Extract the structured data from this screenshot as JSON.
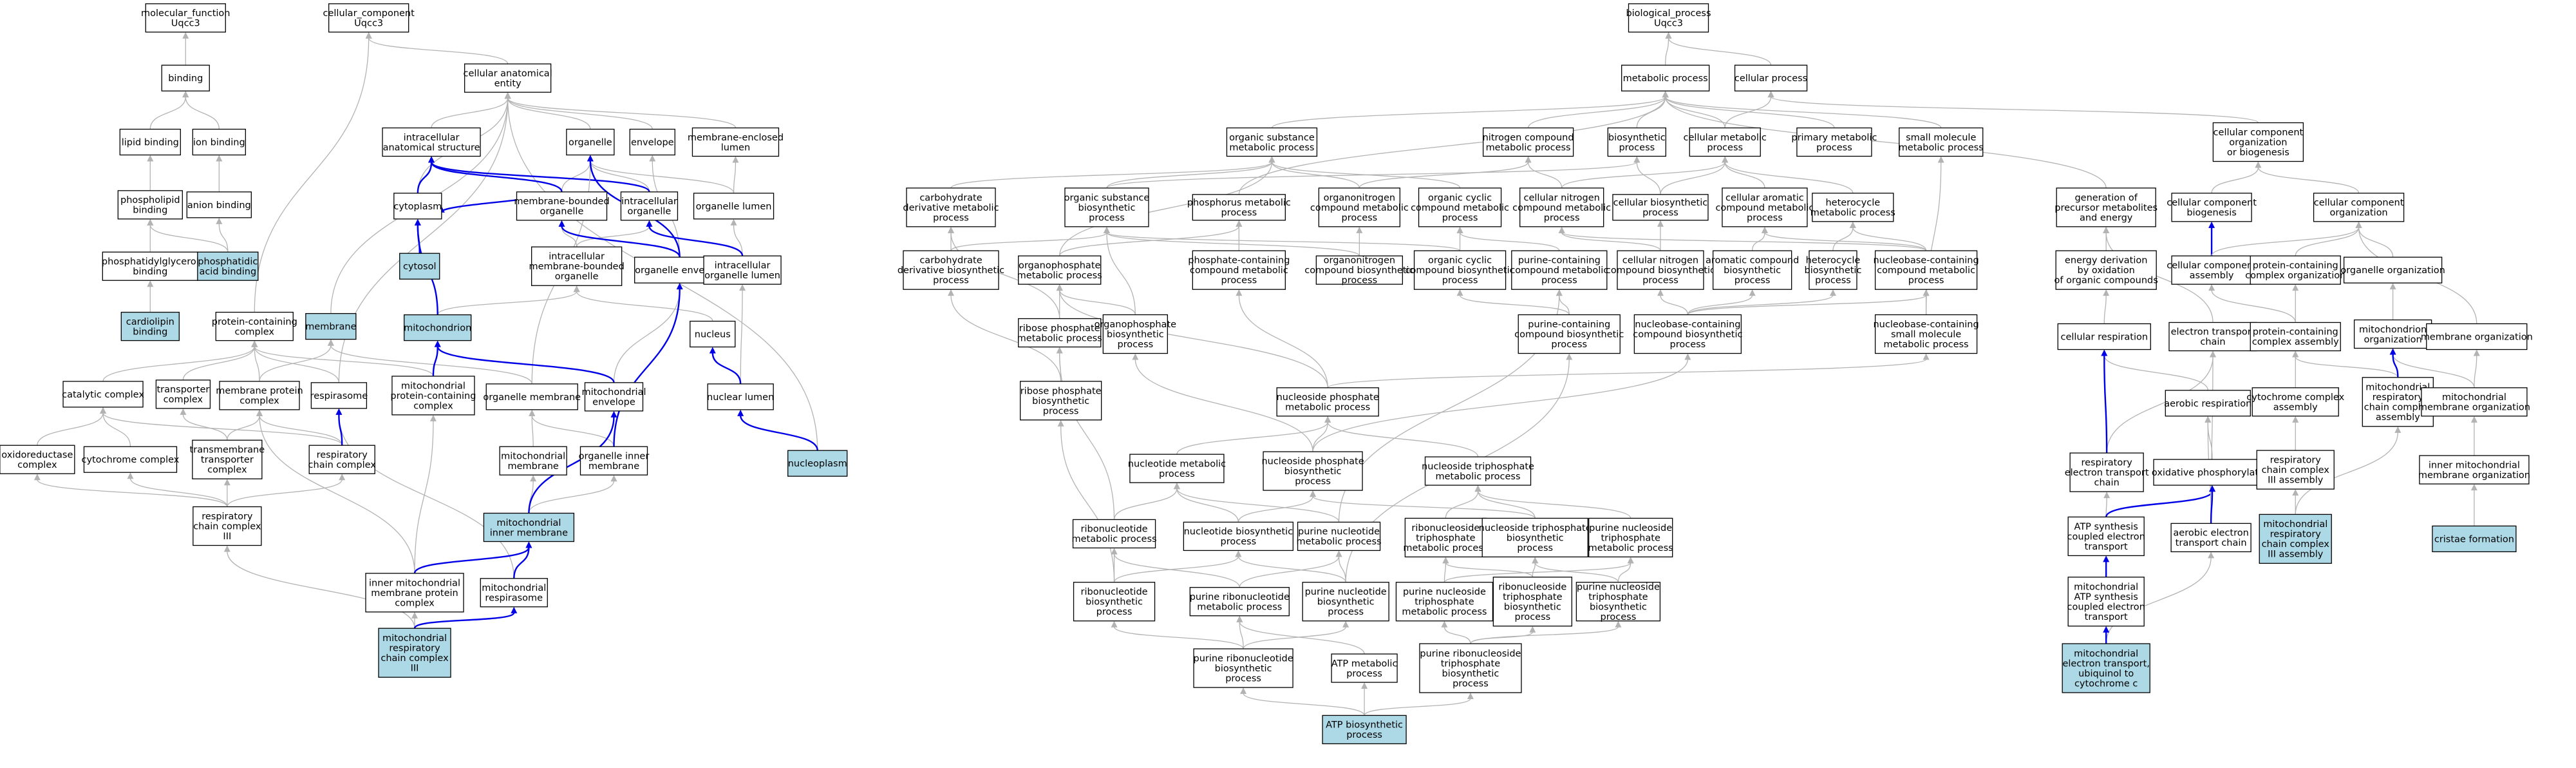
{
  "colors": {
    "highlight": "#add8e6",
    "default_edge": "#b3b3b3",
    "part_of_edge": "#0000e6",
    "box_border": "#000000"
  },
  "nodes": {
    "mf_root": {
      "label": [
        "molecular_function",
        "Uqcc3"
      ]
    },
    "mf_binding": {
      "label": [
        "binding"
      ]
    },
    "mf_lipid": {
      "label": [
        "lipid binding"
      ]
    },
    "mf_ion": {
      "label": [
        "ion binding"
      ]
    },
    "mf_phospholipid": {
      "label": [
        "phospholipid",
        "binding"
      ]
    },
    "mf_anion": {
      "label": [
        "anion binding"
      ]
    },
    "mf_pg": {
      "label": [
        "phosphatidylglycerol",
        "binding"
      ]
    },
    "mf_pa": {
      "label": [
        "phosphatidic",
        "acid binding"
      ],
      "highlight": true
    },
    "mf_cardiolipin": {
      "label": [
        "cardiolipin",
        "binding"
      ],
      "highlight": true
    },
    "cc_root": {
      "label": [
        "cellular_component",
        "Uqcc3"
      ]
    },
    "cc_anat": {
      "label": [
        "cellular anatomical",
        "entity"
      ]
    },
    "cc_ias": {
      "label": [
        "intracellular",
        "anatomical structure"
      ]
    },
    "cc_organelle": {
      "label": [
        "organelle"
      ]
    },
    "cc_envelope": {
      "label": [
        "envelope"
      ]
    },
    "cc_mel": {
      "label": [
        "membrane-enclosed",
        "lumen"
      ]
    },
    "cc_cytoplasm": {
      "label": [
        "cytoplasm"
      ]
    },
    "cc_mbo": {
      "label": [
        "membrane-bounded",
        "organelle"
      ]
    },
    "cc_io": {
      "label": [
        "intracellular",
        "organelle"
      ]
    },
    "cc_olumen": {
      "label": [
        "organelle lumen"
      ]
    },
    "cc_cytosol": {
      "label": [
        "cytosol"
      ],
      "highlight": true
    },
    "cc_imbo": {
      "label": [
        "intracellular",
        "membrane-bounded",
        "organelle"
      ]
    },
    "cc_oenv": {
      "label": [
        "organelle envelope"
      ]
    },
    "cc_iol": {
      "label": [
        "intracellular",
        "organelle lumen"
      ]
    },
    "cc_pcc": {
      "label": [
        "protein-containing",
        "complex"
      ]
    },
    "cc_membrane": {
      "label": [
        "membrane"
      ],
      "highlight": true
    },
    "cc_mito": {
      "label": [
        "mitochondrion"
      ],
      "highlight": true
    },
    "cc_nucleus": {
      "label": [
        "nucleus"
      ]
    },
    "cc_catalytic": {
      "label": [
        "catalytic complex"
      ]
    },
    "cc_transporter": {
      "label": [
        "transporter",
        "complex"
      ]
    },
    "cc_mpc": {
      "label": [
        "membrane protein",
        "complex"
      ]
    },
    "cc_respirasome": {
      "label": [
        "respirasome"
      ]
    },
    "cc_mppc": {
      "label": [
        "mitochondrial",
        "protein-containing",
        "complex"
      ]
    },
    "cc_omem": {
      "label": [
        "organelle membrane"
      ]
    },
    "cc_menv": {
      "label": [
        "mitochondrial",
        "envelope"
      ]
    },
    "cc_nlumen": {
      "label": [
        "nuclear lumen"
      ]
    },
    "cc_oxred": {
      "label": [
        "oxidoreductase",
        "complex"
      ]
    },
    "cc_cytc": {
      "label": [
        "cytochrome complex"
      ]
    },
    "cc_tmtc": {
      "label": [
        "transmembrane",
        "transporter",
        "complex"
      ]
    },
    "cc_rcc": {
      "label": [
        "respiratory",
        "chain complex"
      ]
    },
    "cc_mmem": {
      "label": [
        "mitochondrial",
        "membrane"
      ]
    },
    "cc_oim": {
      "label": [
        "organelle inner",
        "membrane"
      ]
    },
    "cc_nucleoplasm": {
      "label": [
        "nucleoplasm"
      ],
      "highlight": true
    },
    "cc_rcc3": {
      "label": [
        "respiratory",
        "chain complex",
        "III"
      ]
    },
    "cc_mim": {
      "label": [
        "mitochondrial",
        "inner membrane"
      ],
      "highlight": true
    },
    "cc_immpc": {
      "label": [
        "inner mitochondrial",
        "membrane protein",
        "complex"
      ]
    },
    "cc_mresp": {
      "label": [
        "mitochondrial",
        "respirasome"
      ]
    },
    "cc_mrcc3": {
      "label": [
        "mitochondrial",
        "respiratory",
        "chain complex",
        "III"
      ],
      "highlight": true
    },
    "bp_root": {
      "label": [
        "biological_process",
        "Uqcc3"
      ]
    },
    "bp_metab": {
      "label": [
        "metabolic process"
      ]
    },
    "bp_cellproc": {
      "label": [
        "cellular process"
      ]
    },
    "bp_oss_mp": {
      "label": [
        "organic substance",
        "metabolic process"
      ]
    },
    "bp_ncmp": {
      "label": [
        "nitrogen compound",
        "metabolic process"
      ]
    },
    "bp_biosyn": {
      "label": [
        "biosynthetic",
        "process"
      ]
    },
    "bp_cmp": {
      "label": [
        "cellular metabolic",
        "process"
      ]
    },
    "bp_pmp": {
      "label": [
        "primary metabolic",
        "process"
      ]
    },
    "bp_smmp": {
      "label": [
        "small molecule",
        "metabolic process"
      ]
    },
    "bp_ccob": {
      "label": [
        "cellular component",
        "organization",
        "or biogenesis"
      ]
    },
    "bp_cdmp": {
      "label": [
        "carbohydrate",
        "derivative metabolic",
        "process"
      ]
    },
    "bp_osbp": {
      "label": [
        "organic substance",
        "biosynthetic",
        "process"
      ]
    },
    "bp_phosmp": {
      "label": [
        "phosphorus metabolic",
        "process"
      ]
    },
    "bp_onmp": {
      "label": [
        "organonitrogen",
        "compound metabolic",
        "process"
      ]
    },
    "bp_occmp": {
      "label": [
        "organic cyclic",
        "compound metabolic",
        "process"
      ]
    },
    "bp_cncmp": {
      "label": [
        "cellular nitrogen",
        "compound metabolic",
        "process"
      ]
    },
    "bp_cbp": {
      "label": [
        "cellular biosynthetic",
        "process"
      ]
    },
    "bp_cacmp": {
      "label": [
        "cellular aromatic",
        "compound metabolic",
        "process"
      ]
    },
    "bp_hmp": {
      "label": [
        "heterocycle",
        "metabolic process"
      ]
    },
    "bp_gpme": {
      "label": [
        "generation of",
        "precursor metabolites",
        "and energy"
      ]
    },
    "bp_ccb": {
      "label": [
        "cellular component",
        "biogenesis"
      ]
    },
    "bp_cco": {
      "label": [
        "cellular component",
        "organization"
      ]
    },
    "bp_cdbp": {
      "label": [
        "carbohydrate",
        "derivative biosynthetic",
        "process"
      ]
    },
    "bp_opmp": {
      "label": [
        "organophosphate",
        "metabolic process"
      ]
    },
    "bp_pccmp": {
      "label": [
        "phosphate-containing",
        "compound metabolic",
        "process"
      ]
    },
    "bp_onbp": {
      "label": [
        "organonitrogen",
        "compound biosynthetic",
        "process"
      ]
    },
    "bp_occbp": {
      "label": [
        "organic cyclic",
        "compound biosynthetic",
        "process"
      ]
    },
    "bp_pucmp": {
      "label": [
        "purine-containing",
        "compound metabolic",
        "process"
      ]
    },
    "bp_cncbp": {
      "label": [
        "cellular nitrogen",
        "compound biosynthetic",
        "process"
      ]
    },
    "bp_acbp": {
      "label": [
        "aromatic compound",
        "biosynthetic",
        "process"
      ]
    },
    "bp_hbp": {
      "label": [
        "heterocycle",
        "biosynthetic",
        "process"
      ]
    },
    "bp_nbcmp": {
      "label": [
        "nucleobase-containing",
        "compound metabolic",
        "process"
      ]
    },
    "bp_edoc": {
      "label": [
        "energy derivation",
        "by oxidation",
        "of organic compounds"
      ]
    },
    "bp_cca": {
      "label": [
        "cellular component",
        "assembly"
      ]
    },
    "bp_pcco": {
      "label": [
        "protein-containing",
        "complex organization"
      ]
    },
    "bp_oo": {
      "label": [
        "organelle organization"
      ]
    },
    "bp_rpmp": {
      "label": [
        "ribose phosphate",
        "metabolic process"
      ]
    },
    "bp_opbp": {
      "label": [
        "organophosphate",
        "biosynthetic",
        "process"
      ]
    },
    "bp_pucbp": {
      "label": [
        "purine-containing",
        "compound biosynthetic",
        "process"
      ]
    },
    "bp_nbcbp": {
      "label": [
        "nucleobase-containing",
        "compound biosynthetic",
        "process"
      ]
    },
    "bp_nbcsm": {
      "label": [
        "nucleobase-containing",
        "small molecule",
        "metabolic process"
      ]
    },
    "bp_cresp": {
      "label": [
        "cellular respiration"
      ]
    },
    "bp_etc": {
      "label": [
        "electron transport",
        "chain"
      ]
    },
    "bp_pcca": {
      "label": [
        "protein-containing",
        "complex assembly"
      ]
    },
    "bp_mo": {
      "label": [
        "mitochondrion",
        "organization"
      ]
    },
    "bp_memo": {
      "label": [
        "membrane organization"
      ]
    },
    "bp_rpbp": {
      "label": [
        "ribose phosphate",
        "biosynthetic",
        "process"
      ]
    },
    "bp_nspmp": {
      "label": [
        "nucleoside phosphate",
        "metabolic process"
      ]
    },
    "bp_aresp": {
      "label": [
        "aerobic respiration"
      ]
    },
    "bp_cca3": {
      "label": [
        "cytochrome complex",
        "assembly"
      ]
    },
    "bp_mrcca": {
      "label": [
        "mitochondrial",
        "respiratory",
        "chain complex",
        "assembly"
      ]
    },
    "bp_mmo": {
      "label": [
        "mitochondrial",
        "membrane organization"
      ]
    },
    "bp_nucmp": {
      "label": [
        "nucleotide metabolic",
        "process"
      ]
    },
    "bp_nspbp": {
      "label": [
        "nucleoside phosphate",
        "biosynthetic",
        "process"
      ]
    },
    "bp_nstpmp": {
      "label": [
        "nucleoside triphosphate",
        "metabolic process"
      ]
    },
    "bp_retc": {
      "label": [
        "respiratory",
        "electron transport",
        "chain"
      ]
    },
    "bp_oxphos": {
      "label": [
        "oxidative phosphorylation"
      ]
    },
    "bp_rcc3a": {
      "label": [
        "respiratory",
        "chain complex",
        "III assembly"
      ]
    },
    "bp_immo": {
      "label": [
        "inner mitochondrial",
        "membrane organization"
      ]
    },
    "bp_rnmp": {
      "label": [
        "ribonucleotide",
        "metabolic process"
      ]
    },
    "bp_nucbp": {
      "label": [
        "nucleotide biosynthetic",
        "process"
      ]
    },
    "bp_punmp": {
      "label": [
        "purine nucleotide",
        "metabolic process"
      ]
    },
    "bp_rnstpmp": {
      "label": [
        "ribonucleoside",
        "triphosphate",
        "metabolic process"
      ]
    },
    "bp_nstpbp": {
      "label": [
        "nucleoside triphosphate",
        "biosynthetic",
        "process"
      ]
    },
    "bp_punstpmp": {
      "label": [
        "purine nucleoside",
        "triphosphate",
        "metabolic process"
      ]
    },
    "bp_atpsyn": {
      "label": [
        "ATP synthesis",
        "coupled electron",
        "transport"
      ]
    },
    "bp_aetc": {
      "label": [
        "aerobic electron",
        "transport chain"
      ]
    },
    "bp_mrcc3a": {
      "label": [
        "mitochondrial",
        "respiratory",
        "chain complex",
        "III assembly"
      ],
      "highlight": true
    },
    "bp_cristae": {
      "label": [
        "cristae formation"
      ],
      "highlight": true
    },
    "bp_rnbp": {
      "label": [
        "ribonucleotide",
        "biosynthetic",
        "process"
      ]
    },
    "bp_purnmp": {
      "label": [
        "purine ribonucleotide",
        "metabolic process"
      ]
    },
    "bp_punbp": {
      "label": [
        "purine nucleotide",
        "biosynthetic",
        "process"
      ]
    },
    "bp_punstpmp2": {
      "label": [
        "purine nucleoside",
        "triphosphate",
        "metabolic process"
      ]
    },
    "bp_rnstpbp": {
      "label": [
        "ribonucleoside",
        "triphosphate",
        "biosynthetic",
        "process"
      ]
    },
    "bp_punstpbp": {
      "label": [
        "purine nucleoside",
        "triphosphate",
        "biosynthetic",
        "process"
      ]
    },
    "bp_matpsyn": {
      "label": [
        "mitochondrial",
        "ATP synthesis",
        "coupled electron",
        "transport"
      ]
    },
    "bp_purnbp": {
      "label": [
        "purine ribonucleotide",
        "biosynthetic",
        "process"
      ]
    },
    "bp_atpmp": {
      "label": [
        "ATP metabolic",
        "process"
      ]
    },
    "bp_purnstpbp": {
      "label": [
        "purine ribonucleoside",
        "triphosphate",
        "biosynthetic",
        "process"
      ]
    },
    "bp_metu": {
      "label": [
        "mitochondrial",
        "electron transport,",
        "ubiquinol to",
        "cytochrome c"
      ],
      "highlight": true
    },
    "bp_atpbp": {
      "label": [
        "ATP biosynthetic",
        "process"
      ],
      "highlight": true
    }
  }
}
